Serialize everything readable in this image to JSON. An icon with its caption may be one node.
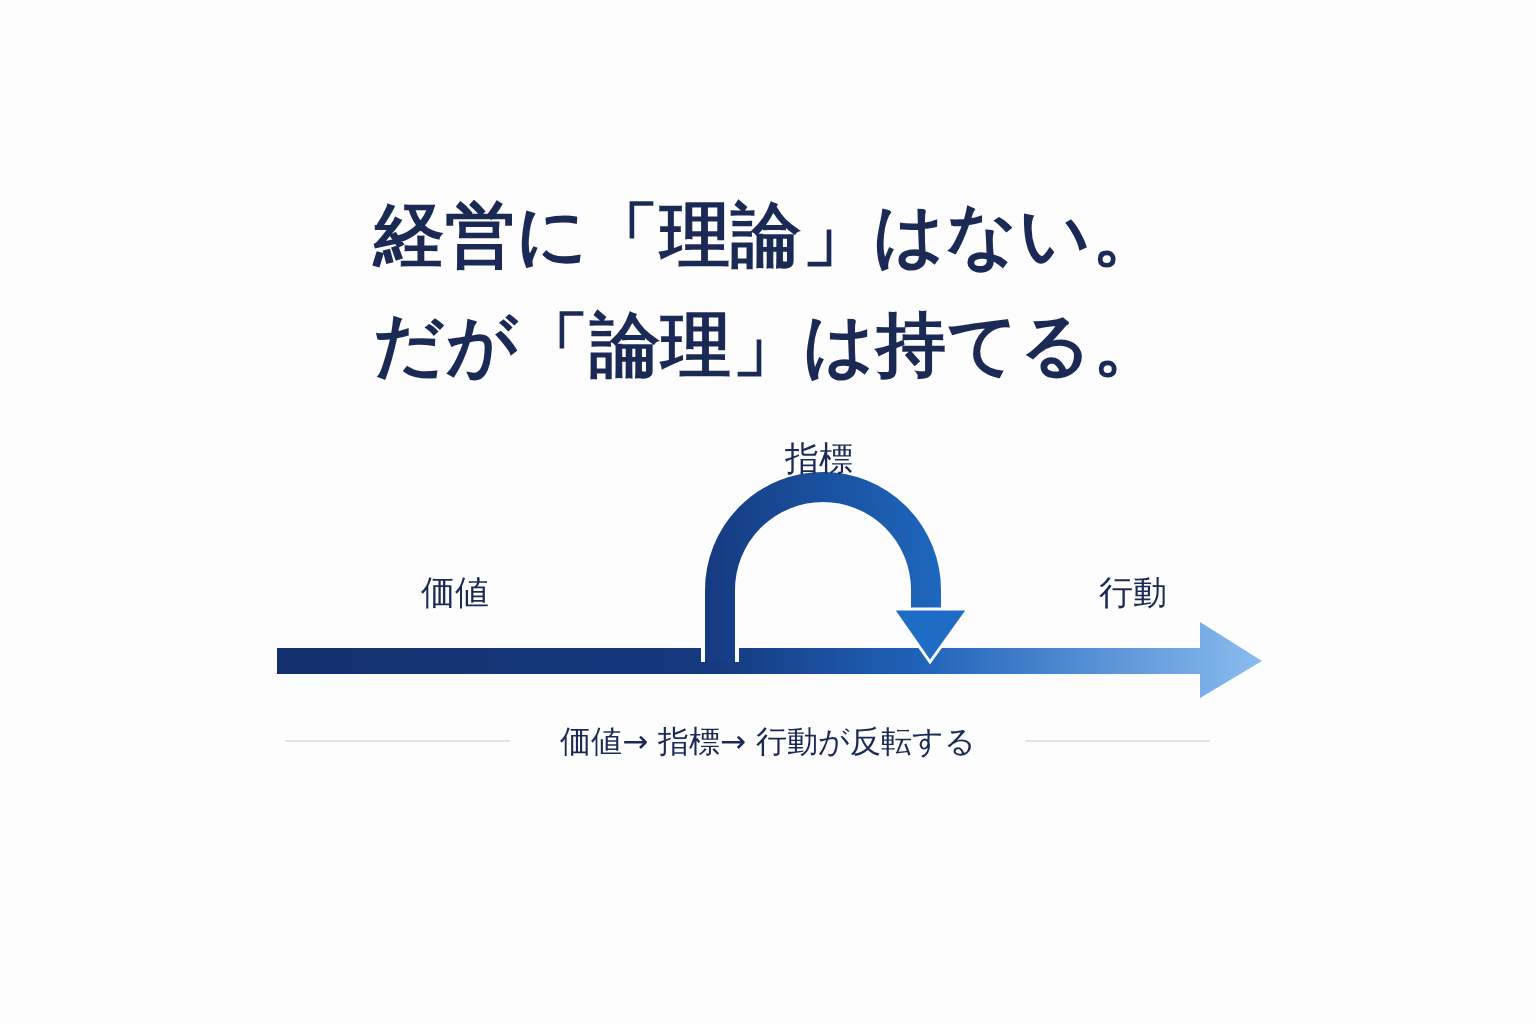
{
  "diagram": {
    "title": "経営に「理論」はない。だが「論理」は持てる。",
    "caption": "価値→ 指標→ 行動が反転する",
    "labels": [
      "価値",
      "指標",
      "行動"
    ]
  }
}
